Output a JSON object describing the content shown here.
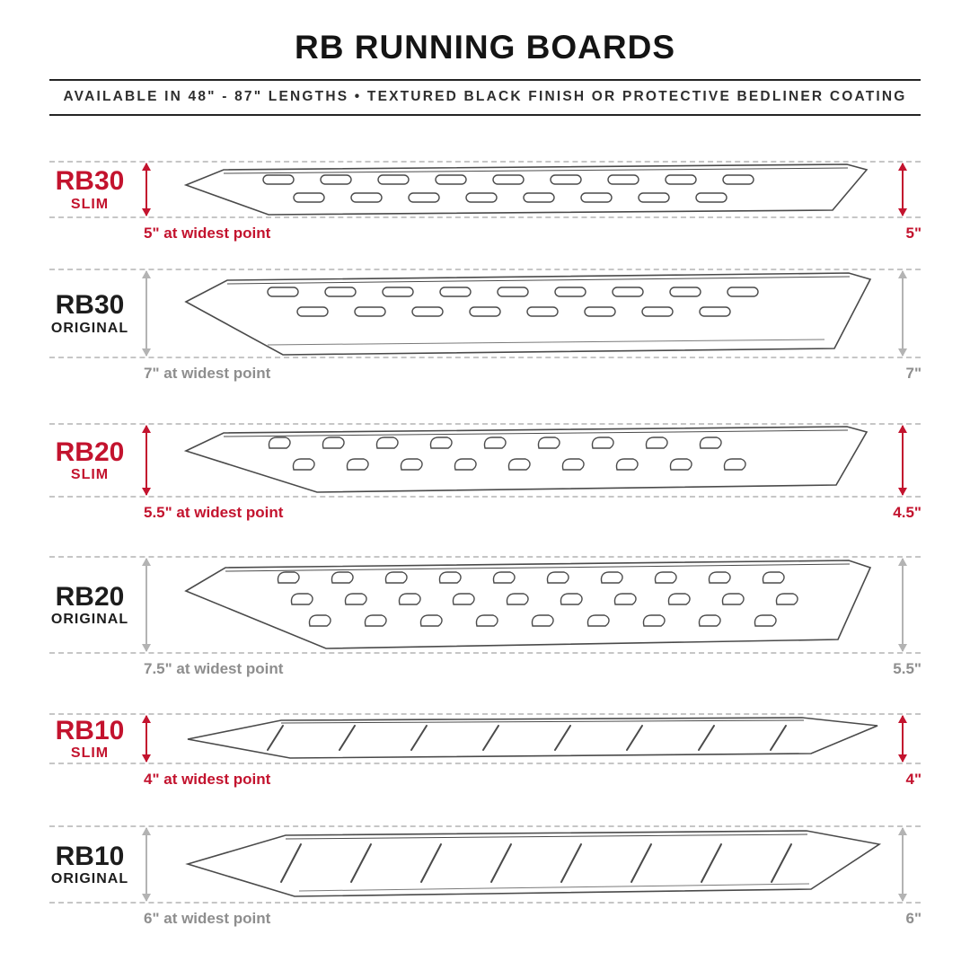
{
  "page": {
    "title": "RB RUNNING BOARDS",
    "subtitle": "AVAILABLE IN 48\" - 87\" LENGTHS   •   TEXTURED BLACK FINISH OR PROTECTIVE BEDLINER COATING"
  },
  "colors": {
    "accent_red": "#c3132e",
    "arrow_gray": "#b3b3b3",
    "label_dark": "#1d1d1d",
    "measure_gray": "#8e8e8e"
  },
  "rows": [
    {
      "model": "RB30",
      "variant": "SLIM",
      "finish": "slim",
      "left_note": "5\" at widest point",
      "right_note": "5\""
    },
    {
      "model": "RB30",
      "variant": "ORIGINAL",
      "finish": "original",
      "left_note": "7\" at widest point",
      "right_note": "7\""
    },
    {
      "model": "RB20",
      "variant": "SLIM",
      "finish": "slim",
      "left_note": "5.5\" at widest point",
      "right_note": "4.5\""
    },
    {
      "model": "RB20",
      "variant": "ORIGINAL",
      "finish": "original",
      "left_note": "7.5\" at widest point",
      "right_note": "5.5\""
    },
    {
      "model": "RB10",
      "variant": "SLIM",
      "finish": "slim",
      "left_note": "4\" at widest point",
      "right_note": "4\""
    },
    {
      "model": "RB10",
      "variant": "ORIGINAL",
      "finish": "original",
      "left_note": "6\" at widest point",
      "right_note": "6\""
    }
  ]
}
